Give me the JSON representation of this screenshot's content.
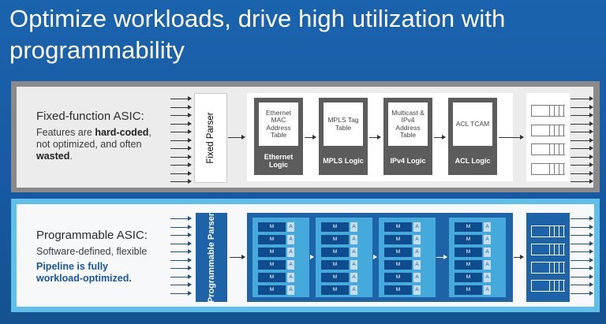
{
  "title": "Optimize workloads, drive high utilization with programmability",
  "fixed": {
    "heading": "Fixed-function ASIC:",
    "desc_1": "Features are ",
    "desc_2": "hard-coded",
    "desc_3": ", not optimized, and often ",
    "desc_4": "wasted",
    "desc_5": ".",
    "parser_label": "Fixed Parser",
    "tables": [
      {
        "top": "Ethernet MAC Address Table",
        "bottom": "Ethernet Logic"
      },
      {
        "top": "MPLS Tag Table",
        "bottom": "MPLS Logic"
      },
      {
        "top": "Multicast & IPv4 Address Table",
        "bottom": "IPv4 Logic"
      },
      {
        "top": "ACL TCAM",
        "bottom": "ACL Logic"
      }
    ],
    "colors": {
      "frame": "#8a8a8a",
      "logic_block": "#5c5c5c"
    }
  },
  "programmable": {
    "heading": "Programmable ASIC:",
    "desc_1": "Software-defined, flexible",
    "desc_2": "Pipeline is fully workload-optimized.",
    "parser_label": "Programmable Parser",
    "cell_m": "M",
    "cell_a": "A",
    "colors": {
      "frame": "#5fbfe8",
      "block": "#1e62a8",
      "stage": "#46a9dc",
      "match": "#0f4c8e",
      "emphasis": "#1a56a0"
    }
  },
  "colors": {
    "background": "#1b63ad"
  }
}
